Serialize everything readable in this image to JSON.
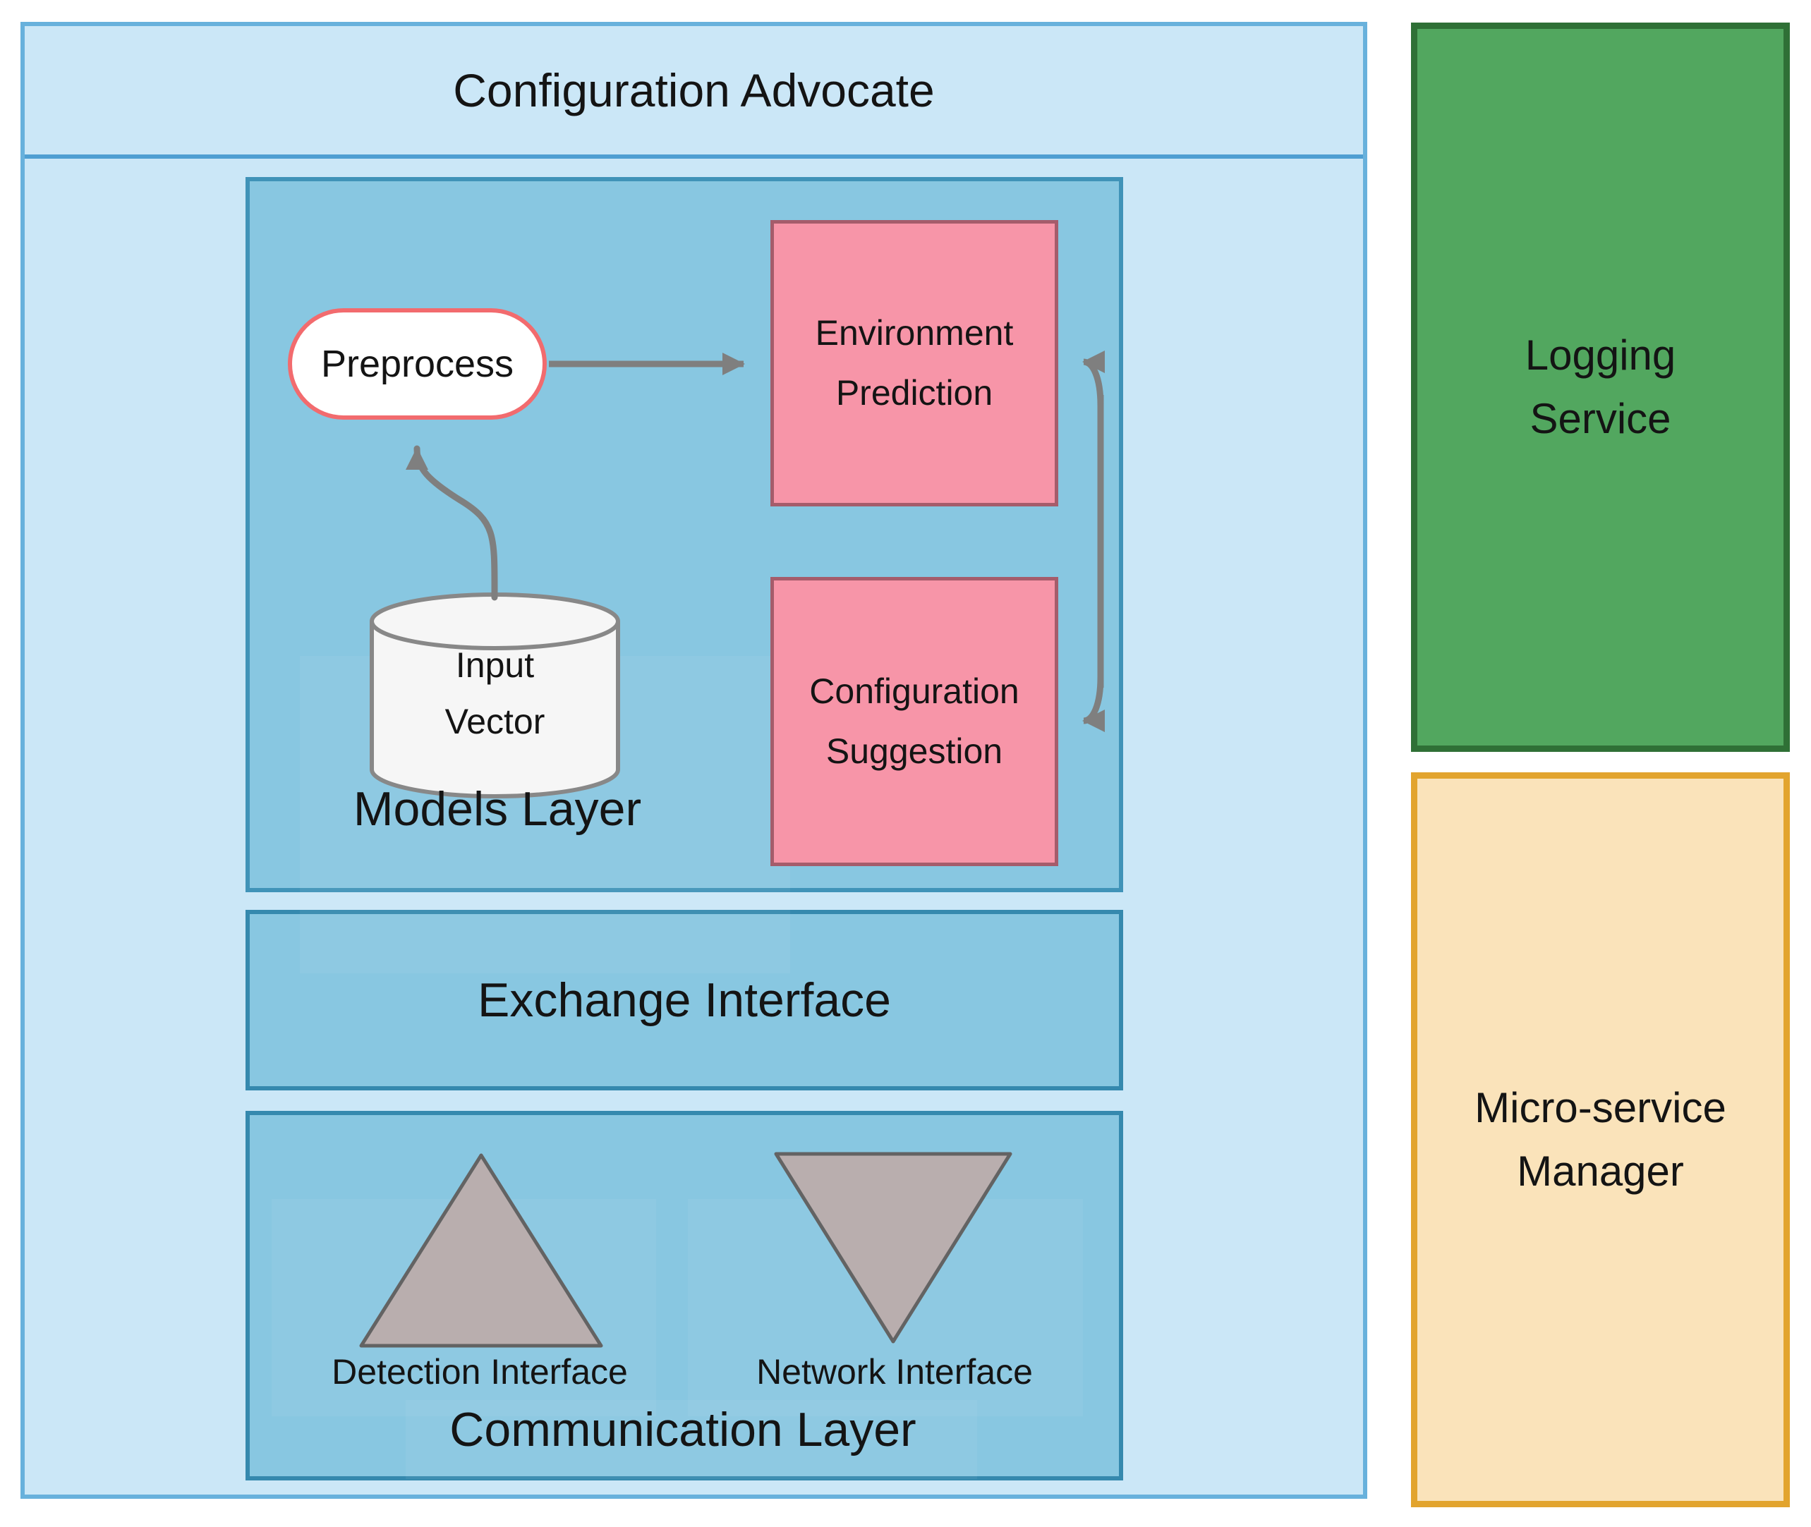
{
  "title": "Configuration Advocate",
  "models_layer": {
    "label": "Models Layer",
    "preprocess_label": "Preprocess",
    "input_vector": {
      "line1": "Input",
      "line2": "Vector"
    },
    "environment_prediction": {
      "line1": "Environment",
      "line2": "Prediction"
    },
    "configuration_suggestion": {
      "line1": "Configuration",
      "line2": "Suggestion"
    }
  },
  "exchange_interface_label": "Exchange Interface",
  "communication_layer": {
    "label": "Communication Layer",
    "detection_interface_label": "Detection Interface",
    "network_interface_label": "Network Interface"
  },
  "logging_service": {
    "line1": "Logging",
    "line2": "Service"
  },
  "microservice_manager": {
    "line1": "Micro-service",
    "line2": "Manager"
  },
  "colors": {
    "container_fill": "#cbe7f7",
    "container_border": "#68b1dc",
    "title_separator": "#4f9fd2",
    "layer_fill": "#88c7e1",
    "layer_border": "#3589ae",
    "pink_fill": "#f795a8",
    "pink_border": "#a55c6b",
    "pill_fill": "#ffffff",
    "pill_border": "#f26b6e",
    "cylinder_fill": "#f6f6f6",
    "cylinder_border": "#888888",
    "triangle_fill": "#b9aeae",
    "triangle_border": "#636363",
    "green_fill": "#52a75f",
    "green_border": "#2f7036",
    "orange_fill": "#fae3ba",
    "orange_border": "#e2a42e",
    "arrow": "#7f7f7f",
    "text": "#141414"
  }
}
